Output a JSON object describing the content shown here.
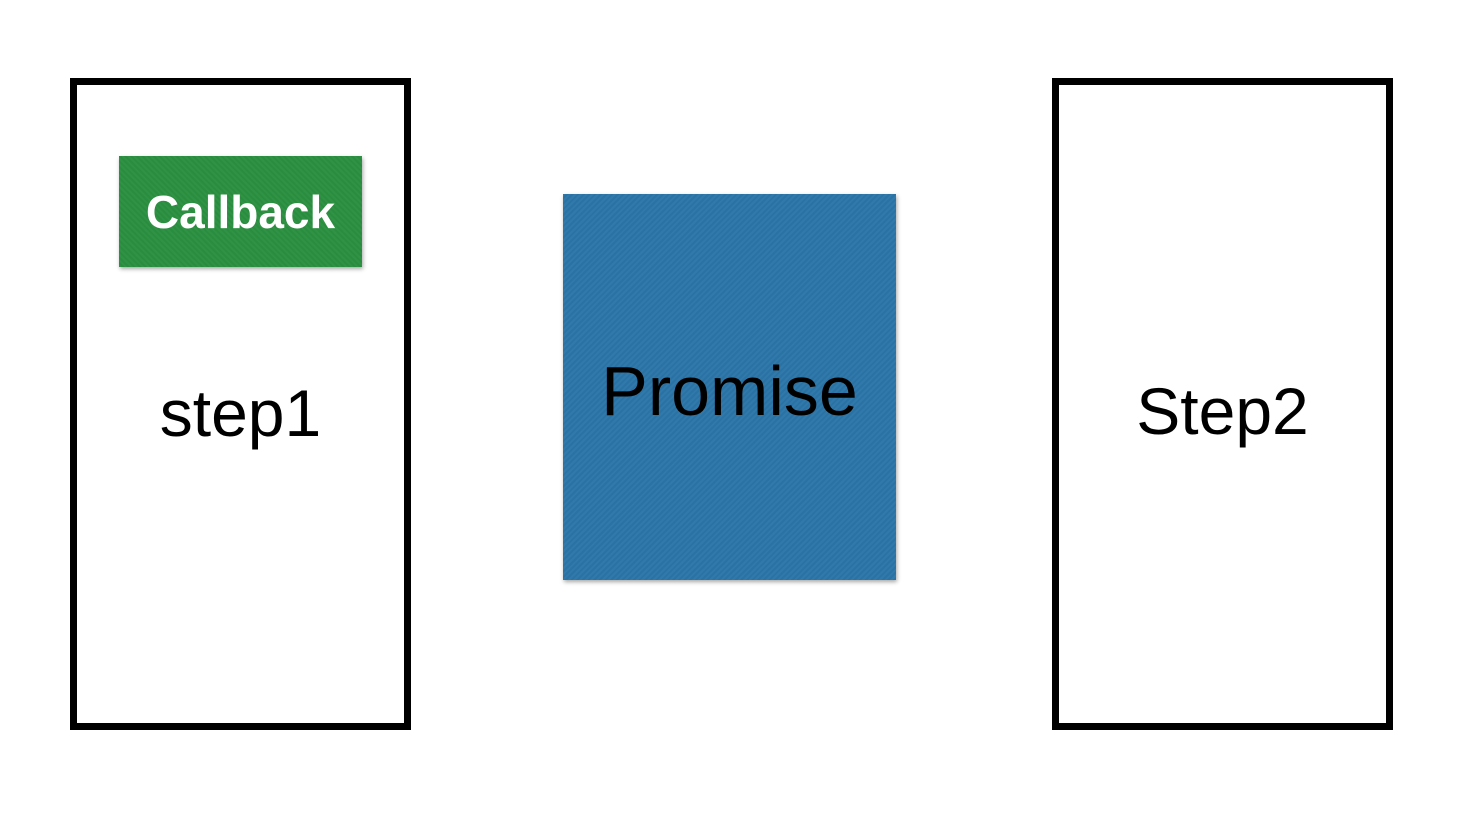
{
  "step1": {
    "label": "step1"
  },
  "callback": {
    "label": "Callback",
    "color": "#2b8f3f"
  },
  "promise": {
    "label": "Promise",
    "color": "#2c76a9"
  },
  "step2": {
    "label": "Step2"
  }
}
